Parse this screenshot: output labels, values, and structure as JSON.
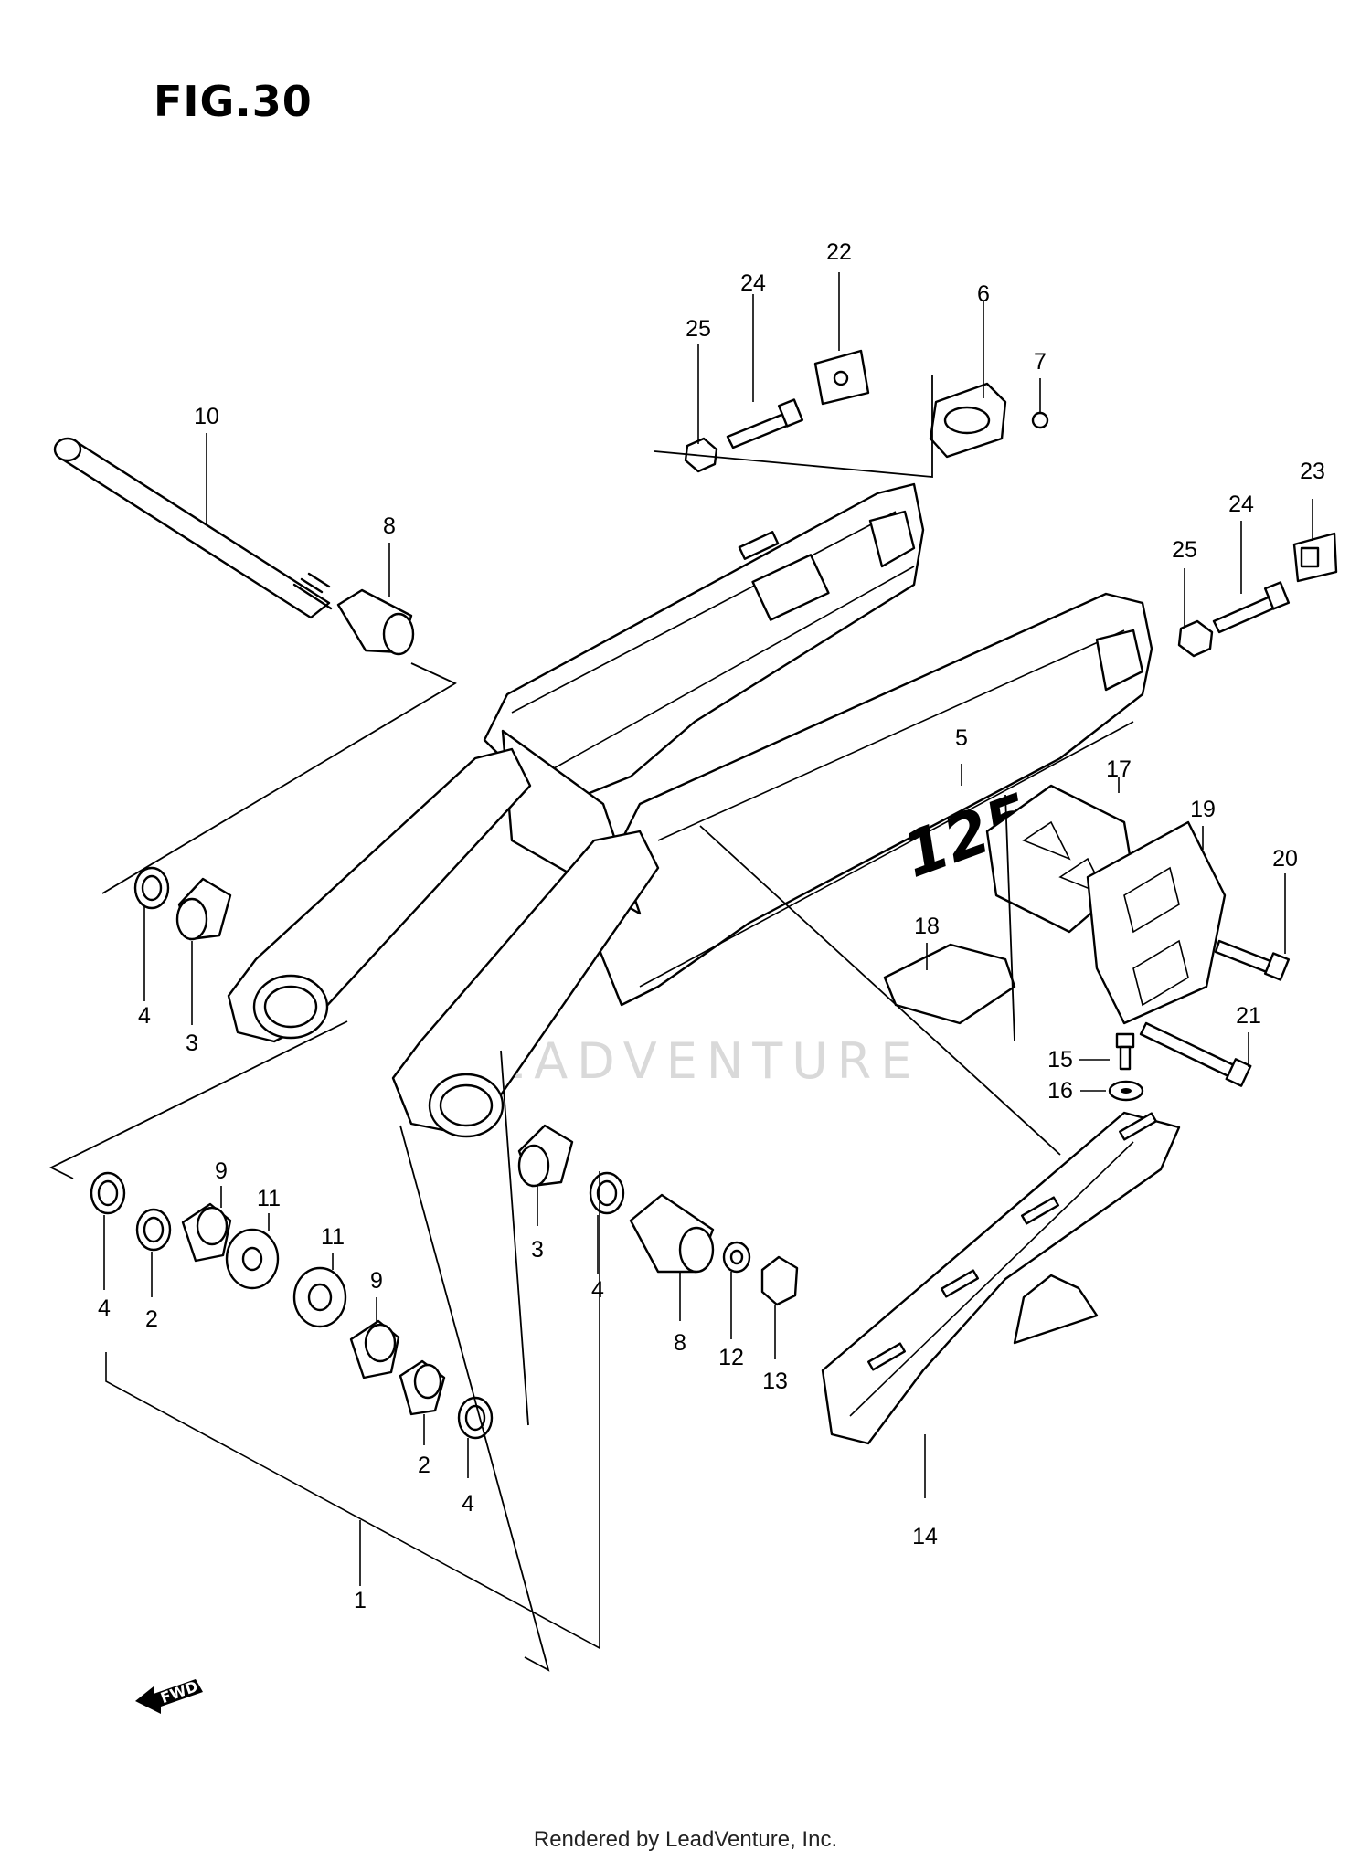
{
  "figure": {
    "title": "FIG.30",
    "footer": "Rendered by LeadVenture, Inc.",
    "watermark": "LEADVENTURE",
    "swingarm_logo": "125",
    "direction_badge": "FWD"
  },
  "callouts": [
    {
      "id": "c22",
      "label": "22"
    },
    {
      "id": "c24a",
      "label": "24"
    },
    {
      "id": "c25a",
      "label": "25"
    },
    {
      "id": "c6",
      "label": "6"
    },
    {
      "id": "c7",
      "label": "7"
    },
    {
      "id": "c10",
      "label": "10"
    },
    {
      "id": "c8a",
      "label": "8"
    },
    {
      "id": "c23",
      "label": "23"
    },
    {
      "id": "c24b",
      "label": "24"
    },
    {
      "id": "c25b",
      "label": "25"
    },
    {
      "id": "c5",
      "label": "5"
    },
    {
      "id": "c17",
      "label": "17"
    },
    {
      "id": "c19",
      "label": "19"
    },
    {
      "id": "c20",
      "label": "20"
    },
    {
      "id": "c4a",
      "label": "4"
    },
    {
      "id": "c3a",
      "label": "3"
    },
    {
      "id": "c18",
      "label": "18"
    },
    {
      "id": "c21",
      "label": "21"
    },
    {
      "id": "c15",
      "label": "15"
    },
    {
      "id": "c16",
      "label": "16"
    },
    {
      "id": "c9a",
      "label": "9"
    },
    {
      "id": "c11a",
      "label": "11"
    },
    {
      "id": "c11b",
      "label": "11"
    },
    {
      "id": "c9b",
      "label": "9"
    },
    {
      "id": "c3b",
      "label": "3"
    },
    {
      "id": "c4b",
      "label": "4"
    },
    {
      "id": "c4c",
      "label": "4"
    },
    {
      "id": "c2a",
      "label": "2"
    },
    {
      "id": "c8b",
      "label": "8"
    },
    {
      "id": "c12",
      "label": "12"
    },
    {
      "id": "c13",
      "label": "13"
    },
    {
      "id": "c2b",
      "label": "2"
    },
    {
      "id": "c4d",
      "label": "4"
    },
    {
      "id": "c14",
      "label": "14"
    },
    {
      "id": "c1",
      "label": "1"
    }
  ]
}
